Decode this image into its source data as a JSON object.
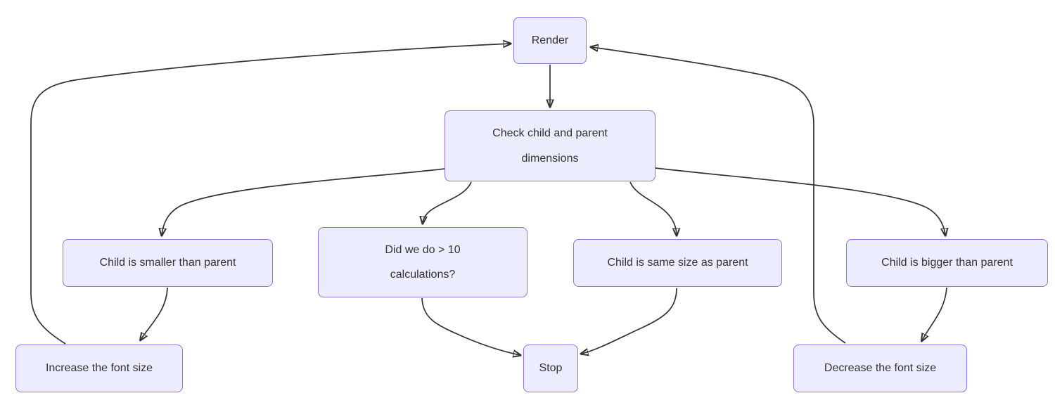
{
  "diagram": {
    "type": "flowchart",
    "direction": "top-down",
    "colors": {
      "node_fill": "#ECECFF",
      "node_border": "#9370DB",
      "text": "#333333",
      "edge": "#333333",
      "background": "#ffffff"
    },
    "nodes": [
      {
        "id": "render",
        "label": "Render"
      },
      {
        "id": "check",
        "label": "Check child and parent dimensions"
      },
      {
        "id": "smaller",
        "label": "Child is smaller than parent"
      },
      {
        "id": "calculations",
        "label": "Did we do > 10 calculations?"
      },
      {
        "id": "same",
        "label": "Child is same size as parent"
      },
      {
        "id": "bigger",
        "label": "Child is bigger than parent"
      },
      {
        "id": "increase",
        "label": "Increase the font size"
      },
      {
        "id": "stop",
        "label": "Stop"
      },
      {
        "id": "decrease",
        "label": "Decrease the font size"
      }
    ],
    "edges": [
      {
        "from": "render",
        "to": "check"
      },
      {
        "from": "check",
        "to": "smaller"
      },
      {
        "from": "check",
        "to": "calculations"
      },
      {
        "from": "check",
        "to": "same"
      },
      {
        "from": "check",
        "to": "bigger"
      },
      {
        "from": "smaller",
        "to": "increase"
      },
      {
        "from": "calculations",
        "to": "stop"
      },
      {
        "from": "same",
        "to": "stop"
      },
      {
        "from": "bigger",
        "to": "decrease"
      },
      {
        "from": "increase",
        "to": "render"
      },
      {
        "from": "decrease",
        "to": "render"
      }
    ]
  }
}
